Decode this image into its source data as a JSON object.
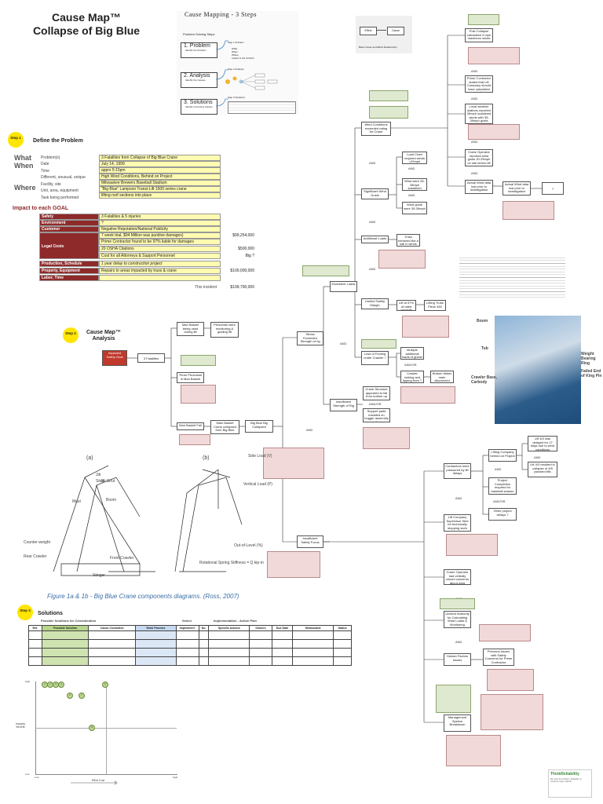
{
  "title": [
    "Cause Map™",
    "Collapse of Big Blue"
  ],
  "three_steps": {
    "heading": "Cause Mapping - 3 Steps",
    "sub": "Problem Solving Steps",
    "steps": [
      {
        "label": "1. Problem",
        "sub": "Identify the Problem"
      },
      {
        "label": "2. Analysis",
        "sub": "Identify the Causes"
      },
      {
        "label": "3. Solutions",
        "sub": "Identify Corrective Actions"
      }
    ],
    "mini": [
      "Step 1 Problem",
      "Step 2 Analysis",
      "Step 3 Solutions"
    ],
    "problem_lines": [
      "What",
      "When",
      "Where",
      "Impact to the GOALS"
    ]
  },
  "effect_cause": {
    "effect": "Effect",
    "cause": "Cause",
    "caption": "Basic Cause and Effect Relationship"
  },
  "step1": {
    "badge": "Step 1",
    "heading": "Define the Problem"
  },
  "problem": {
    "big": {
      "what": "What",
      "when": "When",
      "where": "Where"
    },
    "rows": [
      {
        "label": "Problem(s)",
        "value": "3 Fatalities from Collapse of Big Blue Crane"
      },
      {
        "label": "Date",
        "value": "July 14, 1999"
      },
      {
        "label": "Time",
        "value": "apprx 5:15pm"
      },
      {
        "label": "Different, unusual, unique",
        "value": "High Wind Conditions, Behind on Project"
      },
      {
        "label": "Facility, site",
        "value": "Milwaukee Brewers Baseball Stadium"
      },
      {
        "label": "Unit, area, equipment",
        "value": "\"Big Blue\" Lampson Transi-Lift 1500 series crane"
      },
      {
        "label": "Task being performed",
        "value": "lifting roof sections into place"
      }
    ],
    "impact_heading": "Impact to each GOAL",
    "goals": [
      {
        "label": "Safety",
        "value": "3 Fatalities & 5 injuries",
        "amount": ""
      },
      {
        "label": "Environment",
        "value": "?",
        "amount": ""
      },
      {
        "label": "Customer",
        "value": "Negative Reputation/National Publicity",
        "amount": ""
      },
      {
        "label": "",
        "value": "7 week trial, $94 Million was punitive damages)",
        "amount": "$99,254,000"
      },
      {
        "label": "Legal Costs",
        "value": "Prime Contractor found to be 97% liable for damages",
        "amount": ""
      },
      {
        "label": "",
        "value": "20 OSHA Citations",
        "amount": "$500,000"
      },
      {
        "label": "",
        "value": "Cost for all Attorneys & Support Personnel",
        "amount": "Big ?"
      },
      {
        "label": "Production, Schedule",
        "value": "1 year delay to construction project",
        "amount": ""
      },
      {
        "label": "Property, Equipment",
        "value": "Repairs to areas impacted by truss & crane",
        "amount": "$100,000,000"
      },
      {
        "label": "Labor, Time",
        "value": "",
        "amount": ""
      }
    ],
    "total_label": "This incident",
    "total": "$199,790,000"
  },
  "step2": {
    "badge": "Step 2",
    "heading": [
      "Cause Map™",
      "Analysis"
    ]
  },
  "map": {
    "goal": "Impacted Safety Goal",
    "fatalities": "3 Fatalities",
    "man_basket_struck": "Man Basket being used during lift",
    "personnel_worked": "Personnel were monitoring & guiding lift",
    "man_basket_fall": "Man Basket Fall",
    "crane_collapse": "Main Basket Crane collapsed from Big Blue",
    "big_blue_collapsed": "Big Blue Big Collapsed",
    "three_workers": "Three Personnel in Man Basket",
    "stress_exceeded": "Stress Exceeded Strength of rig",
    "excessive_loads": "Excessive Loads",
    "insufficient_strength": "Insufficient Strength of Rig",
    "insufficient_safety": "Insufficient Safety Focus",
    "wind_conditions": "Wind Conditions exceeded rating for Crane",
    "significant_wind": "Significant Wind Gusts",
    "additional_loads": "Additional Loads",
    "limited_safety": "Limited Safety Margin",
    "loss_of_footing": "Loss of Footing under Crawler ?",
    "crane_structure": "Crane Structure appeared to fail from bottom up",
    "support_pads": "Support pads installed on bogger assembly ?",
    "post_calc": "Post Collapse calculated 3 mph maximum winds",
    "prime_contractor": "Prime Contractor stated that Lift Company should have calculated winds",
    "local_weather": "Local weather stations reported 26mph sustained winds with 35-39mph gusts",
    "crane_operator": "Crane Operator reported wind gusts 20-25mph on site before lift",
    "actual_wind": "Actual Wind data lost prior to investigation",
    "actual_wind2": "Actual Wind data lost prior to investigation",
    "q": "?",
    "load_chart": "Load Chart required winds <20mph",
    "winds_sustained": "Wind were 26-28mph sustained",
    "wind_gusts": "Wind gusts were 35-39mph",
    "truss_behaved": "Truss behaved like a sail in winds",
    "lift_capacity": "Lift at 97% of rated capacity",
    "lifting_truss": "Lifting Truss Piece 450",
    "multiple_loads": "Multiple additional loads of gravel used",
    "crawler_sinking": "Crawler sinking and tipping from ?",
    "broken_water": "Broken Water main discovered after collapse",
    "contractors_pressure": "Contractors were pressured by lift delays",
    "lifting_company": "Lifting Company behind on Project",
    "lift_delayed": "Lift 4/3 was delayed for 17 days due to wind conditions",
    "lift_4_3": "Lift 4/3 resulted in collapse of 4/5 planned lifts",
    "project_completion": "Project Completion required for baseball season",
    "other_delays": "Other project delays ?",
    "lift_company_supervisor": "Lift Company Supervisor fired for technically stopping work",
    "crane_operator_fired": "Crane Operator had verbally voiced concerns about wind conditions",
    "unclear_authority": "Unclear Authority for Calculating Wind Loads & Monitoring",
    "human_factors": "Human Factors Issues",
    "previous_issues": "Previous Issues with Safety Concerns for Prime Contractor",
    "management_breakdown": "Management System Breakdown",
    "and": "AND",
    "andor": "AND/OR"
  },
  "photo_labels": {
    "boom": "Boom",
    "tub": "Tub",
    "crawler": "Crawler Base, Carbody",
    "weight": "Weight Bearing Ring",
    "failed": "Failed End of King Pin"
  },
  "diagram_labels": {
    "a": "(a)",
    "b": "(b)",
    "jib": "Jib",
    "strut": "Strut",
    "jib_strut": "Jib Strut",
    "mast": "Mast",
    "boom": "Boom",
    "counterweight": "Counter-weight",
    "rear_crawler": "Rear Crawler",
    "front_crawler": "Front Crawler",
    "stinger": "Stinger",
    "side_load": "Side Load (V)",
    "vertical_load": "Vertical Load (P)",
    "out_of_level": "Out-of-Level (%)",
    "rotational_spring": "Rotational Spring Stiffness = Q kip-in"
  },
  "figure_caption": "Figure 1a & 1b - Big Blue Crane components diagrams. (Ross, 2007)",
  "step3": {
    "badge": "Step 3",
    "heading": "Solutions",
    "subhead_left": "Possible Solutions for Consideration",
    "subhead_mid": "Select",
    "subhead_right": "Implementation - Action Plan"
  },
  "solutions_table": {
    "headers": [
      "Ref.",
      "Possible Solution",
      "Cause Controlled",
      "Work Process",
      "Implement?",
      "No.",
      "Specific Actions",
      "Owners",
      "Due Date",
      "Measurable",
      "Status"
    ],
    "rows": 5
  },
  "grid": {
    "ylabel": "Impacts Benefit",
    "xlabel": "Effort Cost",
    "high_y": "High",
    "low_y": "Low",
    "low_x": "Low",
    "high_x": "High",
    "points": [
      "1",
      "2",
      "3",
      "4",
      "5",
      "6",
      "7",
      "8"
    ]
  },
  "logo": {
    "name": "ThinkReliability",
    "tagline": "We solve the Problem. Reliability so conducts Logic methods"
  },
  "colors": {
    "yellow": "#fffbb0",
    "dark_red": "#8e2a2a",
    "green_note": "#dfe9cf",
    "pink_evidence": "#f2d9d9",
    "goal_red": "#c0392b",
    "caption_blue": "#3a6ea5"
  }
}
